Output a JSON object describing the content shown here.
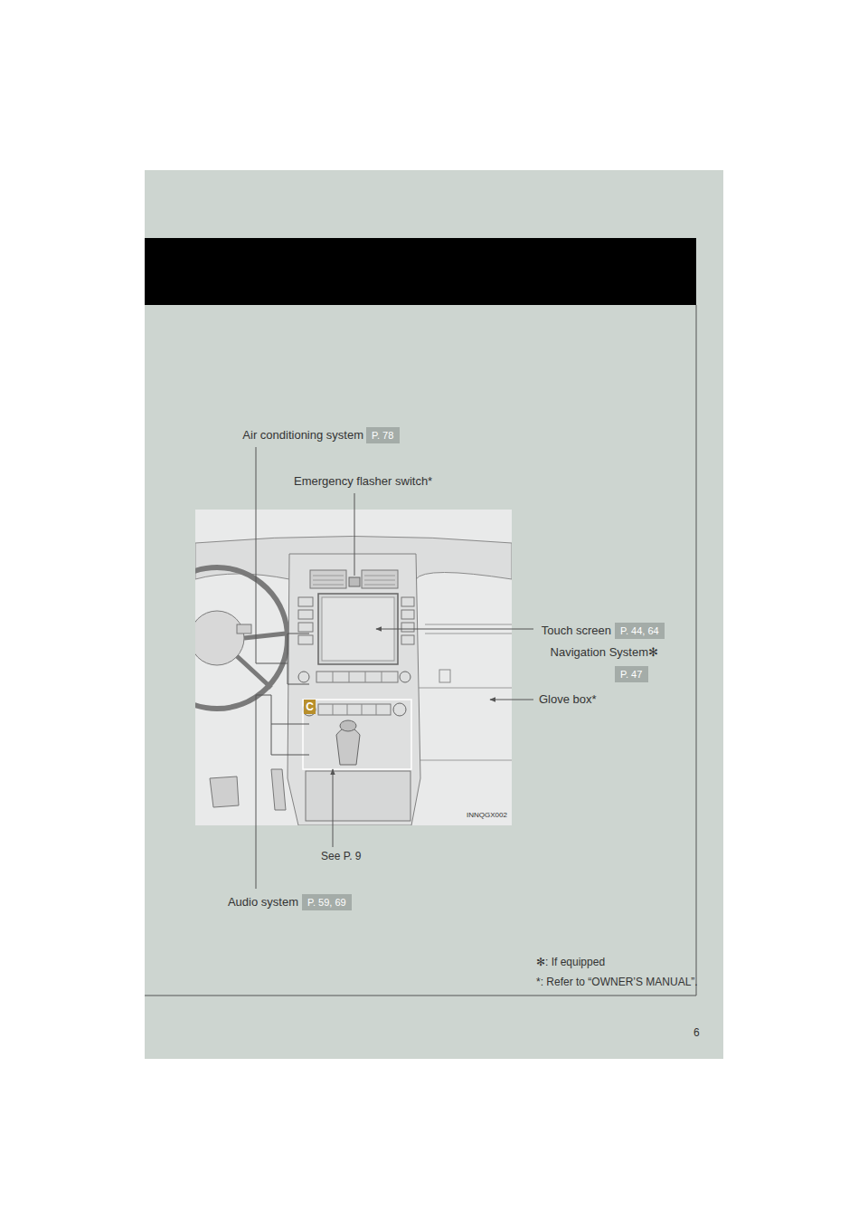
{
  "diagram": {
    "nodes": [
      {
        "text": [
          "P. 78"
        ]
      },
      {
        "text": [
          "P. 44, 64"
        ]
      },
      {
        "text": [
          "P. 47"
        ]
      },
      {
        "text": [
          "C"
        ]
      },
      {
        "text": [
          "P. 59, 69"
        ]
      }
    ],
    "labels": [
      "Air conditioning system",
      "Emergency flasher switch*",
      "Touch screen",
      "Navigation System✻",
      "Glove box*",
      "INNQGX002",
      "See P. 9",
      "Audio system",
      "✻: If equipped",
      "*: Refer to “OWNER’S MANUAL”.",
      "6"
    ]
  }
}
